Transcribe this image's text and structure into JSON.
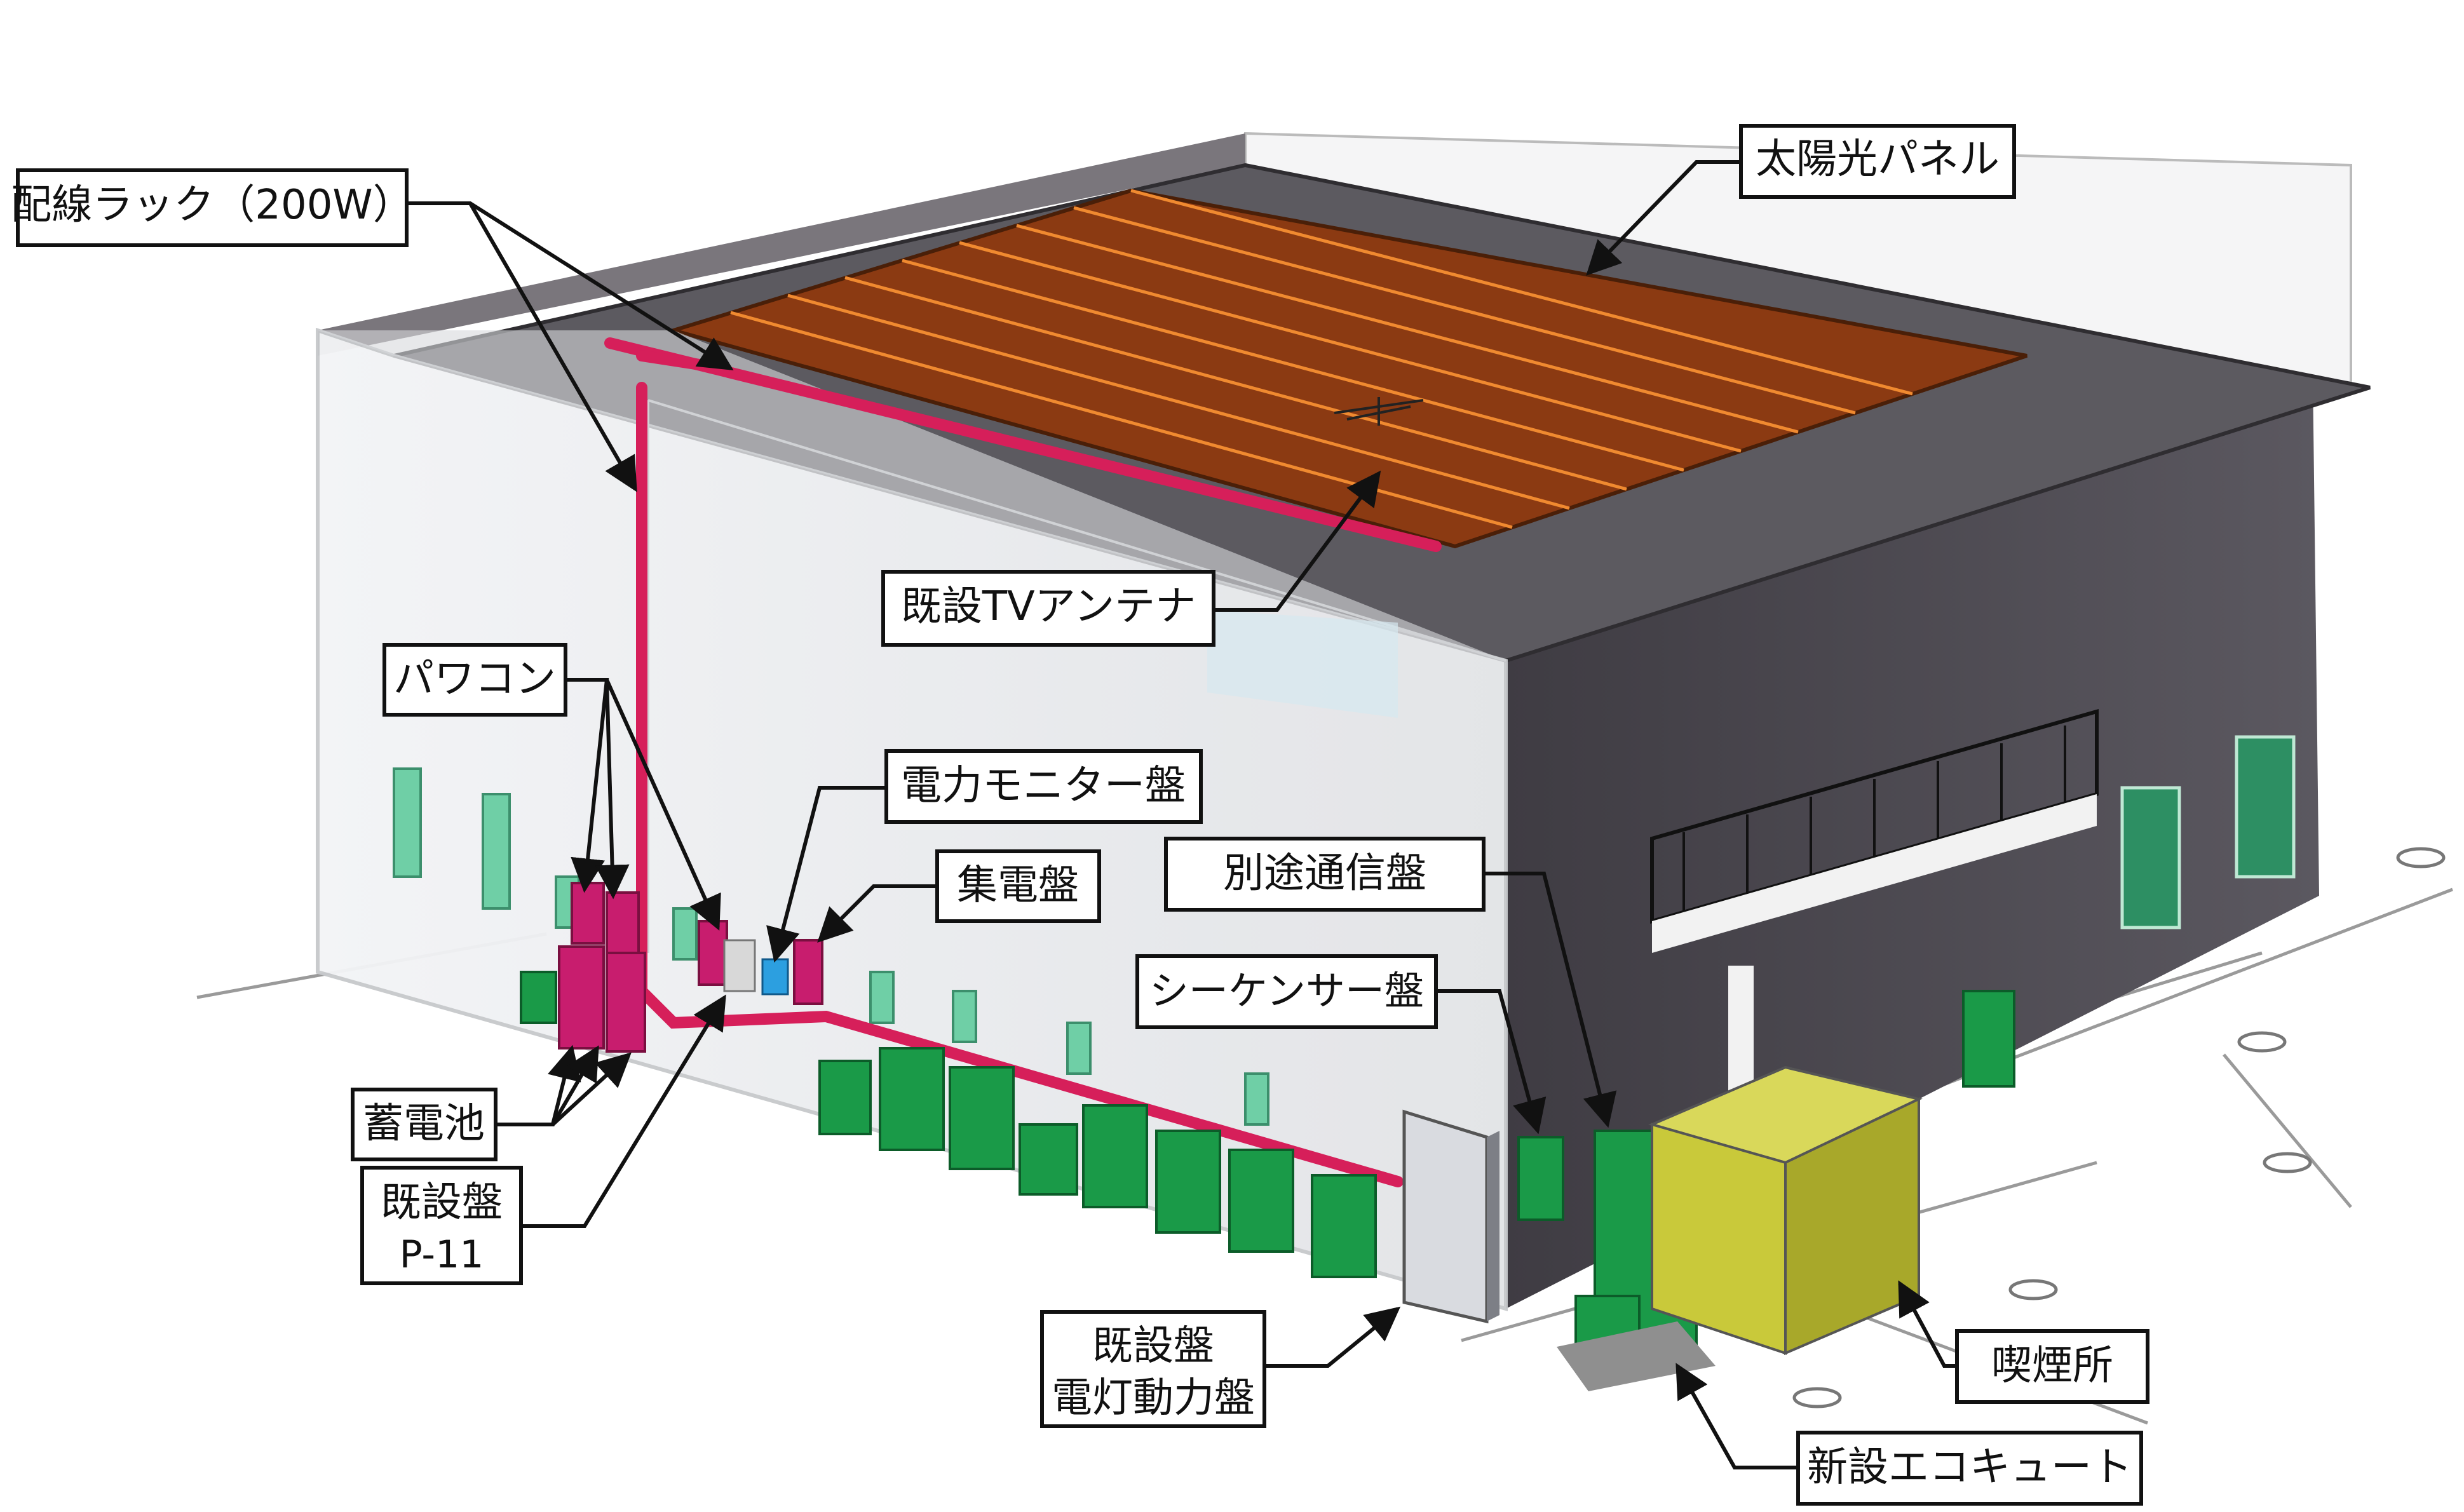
{
  "labels": {
    "wiring_rack": "配線ラック（200W）",
    "solar_panel": "太陽光パネル",
    "tv_antenna": "既設TVアンテナ",
    "power_conditioner": "パワコン",
    "power_monitor_panel": "電力モニター盤",
    "collector_panel": "集電盤",
    "separate_comm_panel": "別途通信盤",
    "sequencer_panel": "シーケンサー盤",
    "storage_battery": "蓄電池",
    "existing_panel_p11_line1": "既設盤",
    "existing_panel_p11_line2": "P-11",
    "existing_lighting_panel_line1": "既設盤",
    "existing_lighting_panel_line2": "電灯動力盤",
    "smoking_area": "喫煙所",
    "new_ecocute": "新設エコキュート"
  },
  "colors": {
    "wall": "#e9ebee",
    "wall_dark": "#4a474d",
    "roof_panel": "#8b3a12",
    "panel_line": "#f08a30",
    "rack": "#d61f5a",
    "magenta_unit": "#c81d6e",
    "green_unit": "#1a9a48",
    "yellow_booth": "#c9c93a",
    "window": "#6fcfa6"
  }
}
